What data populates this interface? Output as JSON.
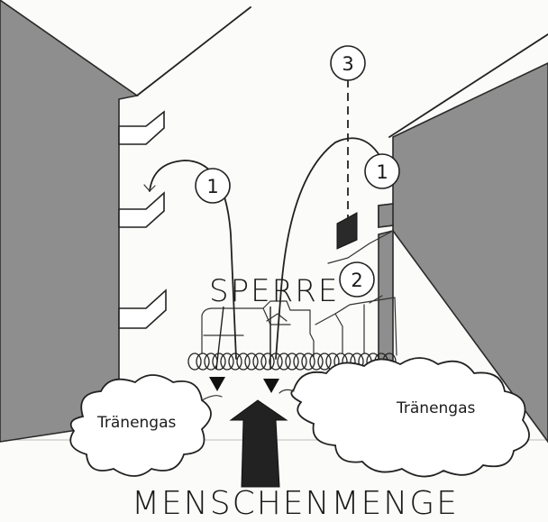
{
  "labels": {
    "barrier": "SPERRE",
    "crowd": "MENSCHENMENGE",
    "teargas_left": "Tränengas",
    "teargas_right": "Tränengas"
  },
  "markers": {
    "m1_left": "1",
    "m1_right": "1",
    "m2": "2",
    "m3": "3"
  }
}
